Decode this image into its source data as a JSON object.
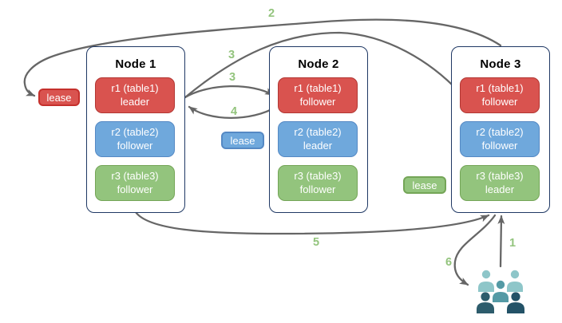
{
  "colors": {
    "navy": "#1f3864",
    "arrow": "#666666",
    "step": "#93c47d",
    "red_fill": "#d9534f",
    "red_border": "#b23733",
    "lease_red_border": "#c5302c",
    "blue_fill": "#6fa8dc",
    "blue_border": "#5589c4",
    "green_fill": "#93c47d",
    "green_border": "#74a557",
    "people_light": "#8ec6c9",
    "people_mid": "#549aa5",
    "people_dark1": "#2d5c6c",
    "people_dark2": "#235267"
  },
  "nodes": [
    {
      "title": "Node 1",
      "replicas": [
        {
          "line1": "r1 (table1)",
          "line2": "leader",
          "color": "red"
        },
        {
          "line1": "r2 (table2)",
          "line2": "follower",
          "color": "blue"
        },
        {
          "line1": "r3 (table3)",
          "line2": "follower",
          "color": "green"
        }
      ]
    },
    {
      "title": "Node 2",
      "replicas": [
        {
          "line1": "r1 (table1)",
          "line2": "follower",
          "color": "red"
        },
        {
          "line1": "r2 (table2)",
          "line2": "leader",
          "color": "blue"
        },
        {
          "line1": "r3 (table3)",
          "line2": "follower",
          "color": "green"
        }
      ]
    },
    {
      "title": "Node 3",
      "replicas": [
        {
          "line1": "r1 (table1)",
          "line2": "follower",
          "color": "red"
        },
        {
          "line1": "r2 (table2)",
          "line2": "follower",
          "color": "blue"
        },
        {
          "line1": "r3 (table3)",
          "line2": "leader",
          "color": "green"
        }
      ]
    }
  ],
  "leases": [
    {
      "label": "lease",
      "color": "red"
    },
    {
      "label": "lease",
      "color": "blue"
    },
    {
      "label": "lease",
      "color": "green"
    }
  ],
  "steps": [
    {
      "label": "1"
    },
    {
      "label": "2"
    },
    {
      "label": "3"
    },
    {
      "label": "3"
    },
    {
      "label": "4"
    },
    {
      "label": "5"
    },
    {
      "label": "6"
    }
  ]
}
